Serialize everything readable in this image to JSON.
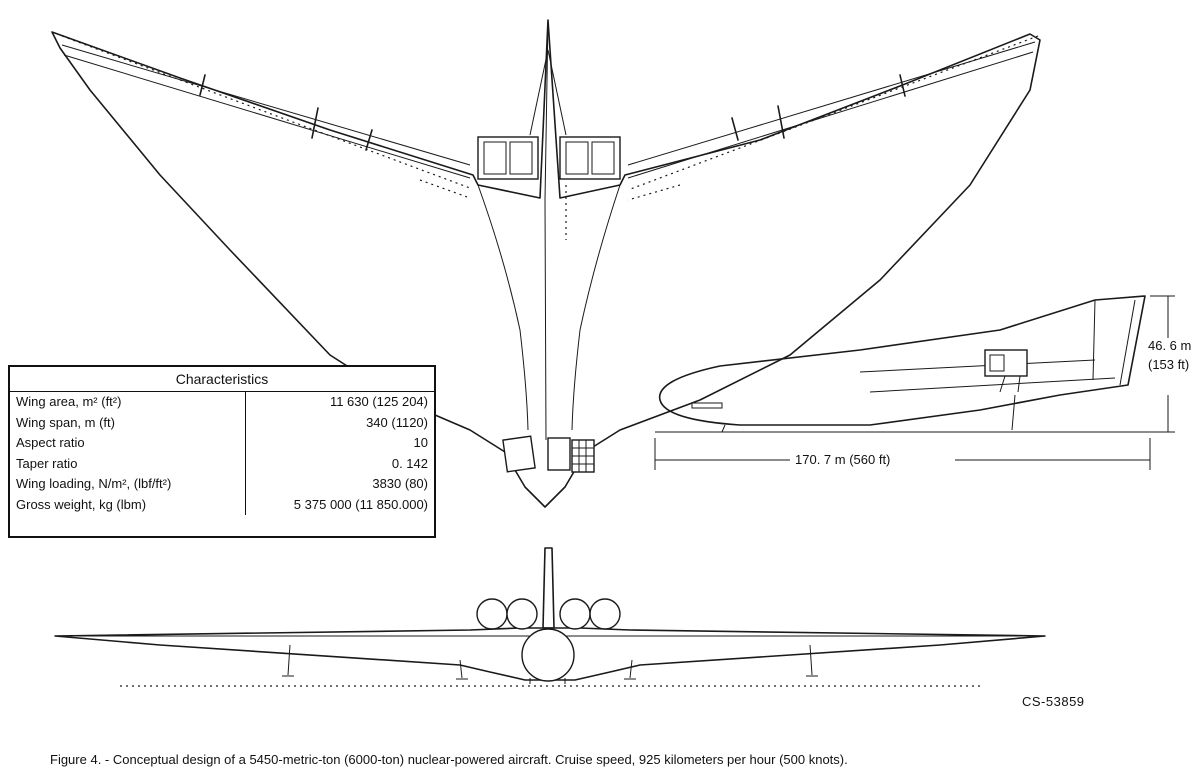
{
  "table": {
    "title": "Characteristics",
    "rows": [
      {
        "label": "Wing area,  m² (ft²)",
        "value": "11 630 (125 204)"
      },
      {
        "label": "Wing span,  m (ft)",
        "value": "340 (1120)"
      },
      {
        "label": "Aspect ratio",
        "value": "10"
      },
      {
        "label": "Taper ratio",
        "value": "0. 142"
      },
      {
        "label": "Wing loading,  N/m²,  (lbf/ft²)",
        "value": "3830 (80)"
      },
      {
        "label": "Gross weight,  kg (lbm)",
        "value": "5 375 000 (11 850.000)"
      }
    ]
  },
  "dimensions": {
    "length": "170. 7 m (560 ft)",
    "height_m": "46. 6 m",
    "height_ft": "(153 ft)"
  },
  "photo_id": "CS-53859",
  "caption": "Figure 4.  - Conceptual design of a 5450-metric-ton (6000-ton) nuclear-powered aircraft.   Cruise speed,  925 kilometers per hour (500 knots)."
}
